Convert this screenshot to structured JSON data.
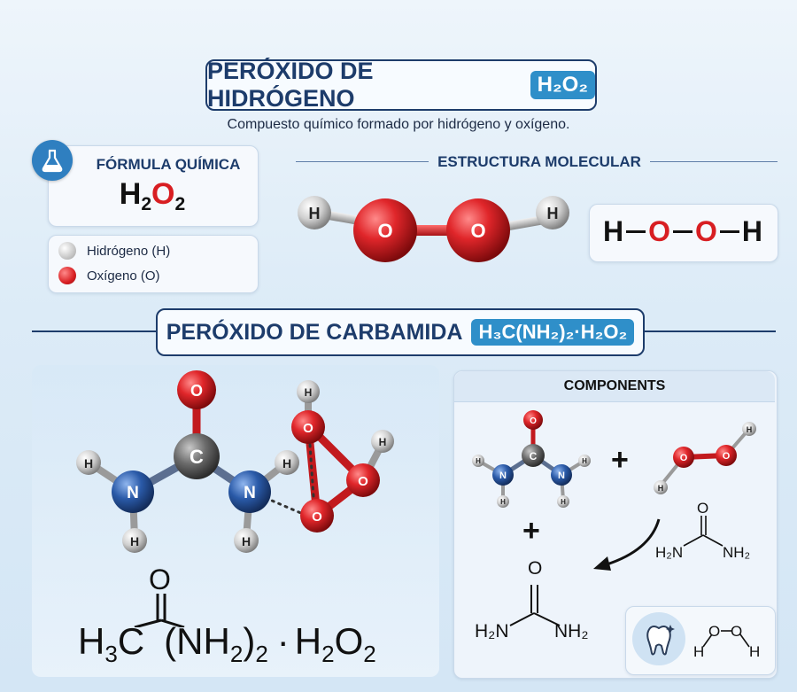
{
  "header": {
    "title": "PERÓXIDO DE HIDRÓGENO",
    "title_formula": "H₂O₂",
    "subtitle": "Compuesto químico formado por hidrógeno y oxígeno."
  },
  "formula_card": {
    "label": "FÓRMULA QUÍMICA",
    "h": "H",
    "h_sub": "2",
    "o": "O",
    "o_sub": "2",
    "icon": "flask-icon"
  },
  "legend": {
    "items": [
      {
        "label": "Hidrógeno (H)",
        "color": "#d9d9d9"
      },
      {
        "label": "Oxígeno (O)",
        "color": "#d81e22"
      }
    ]
  },
  "structure": {
    "title": "ESTRUCTURA MOLECULAR",
    "atoms": [
      "H",
      "O",
      "O",
      "H"
    ],
    "line_formula": [
      "H",
      "O",
      "O",
      "H"
    ]
  },
  "carbamide": {
    "title": "PERÓXIDO DE CARBAMIDA",
    "formula_badge": "H₃C(NH₂)₂·H₂O₂",
    "model_atoms": {
      "o": "O",
      "c": "C",
      "n": "N",
      "h": "H"
    },
    "big_formula": {
      "o": "O",
      "part1": "H",
      "part1_sub": "3",
      "part2": "C",
      "part3": "(NH",
      "part3_sub": "2",
      "part4": ")",
      "part4_sub": "2",
      "dot": "·",
      "part5": "H",
      "part5_sub": "2",
      "part6": "O",
      "part6_sub": "2"
    }
  },
  "components": {
    "title": "COMPONENTS",
    "plus": "+",
    "urea": {
      "o": "O",
      "left": "H₂N",
      "right": "NH₂"
    },
    "h2o2_skeletal": {
      "h1": "H",
      "o1": "O",
      "o2": "O",
      "h2": "H"
    },
    "tooth_icon": "tooth-icon",
    "colors": {
      "oxygen": "#d81e22",
      "carbon": "#6e6e6e",
      "nitrogen": "#2a5aa8",
      "hydrogen": "#d9d9d9"
    }
  }
}
